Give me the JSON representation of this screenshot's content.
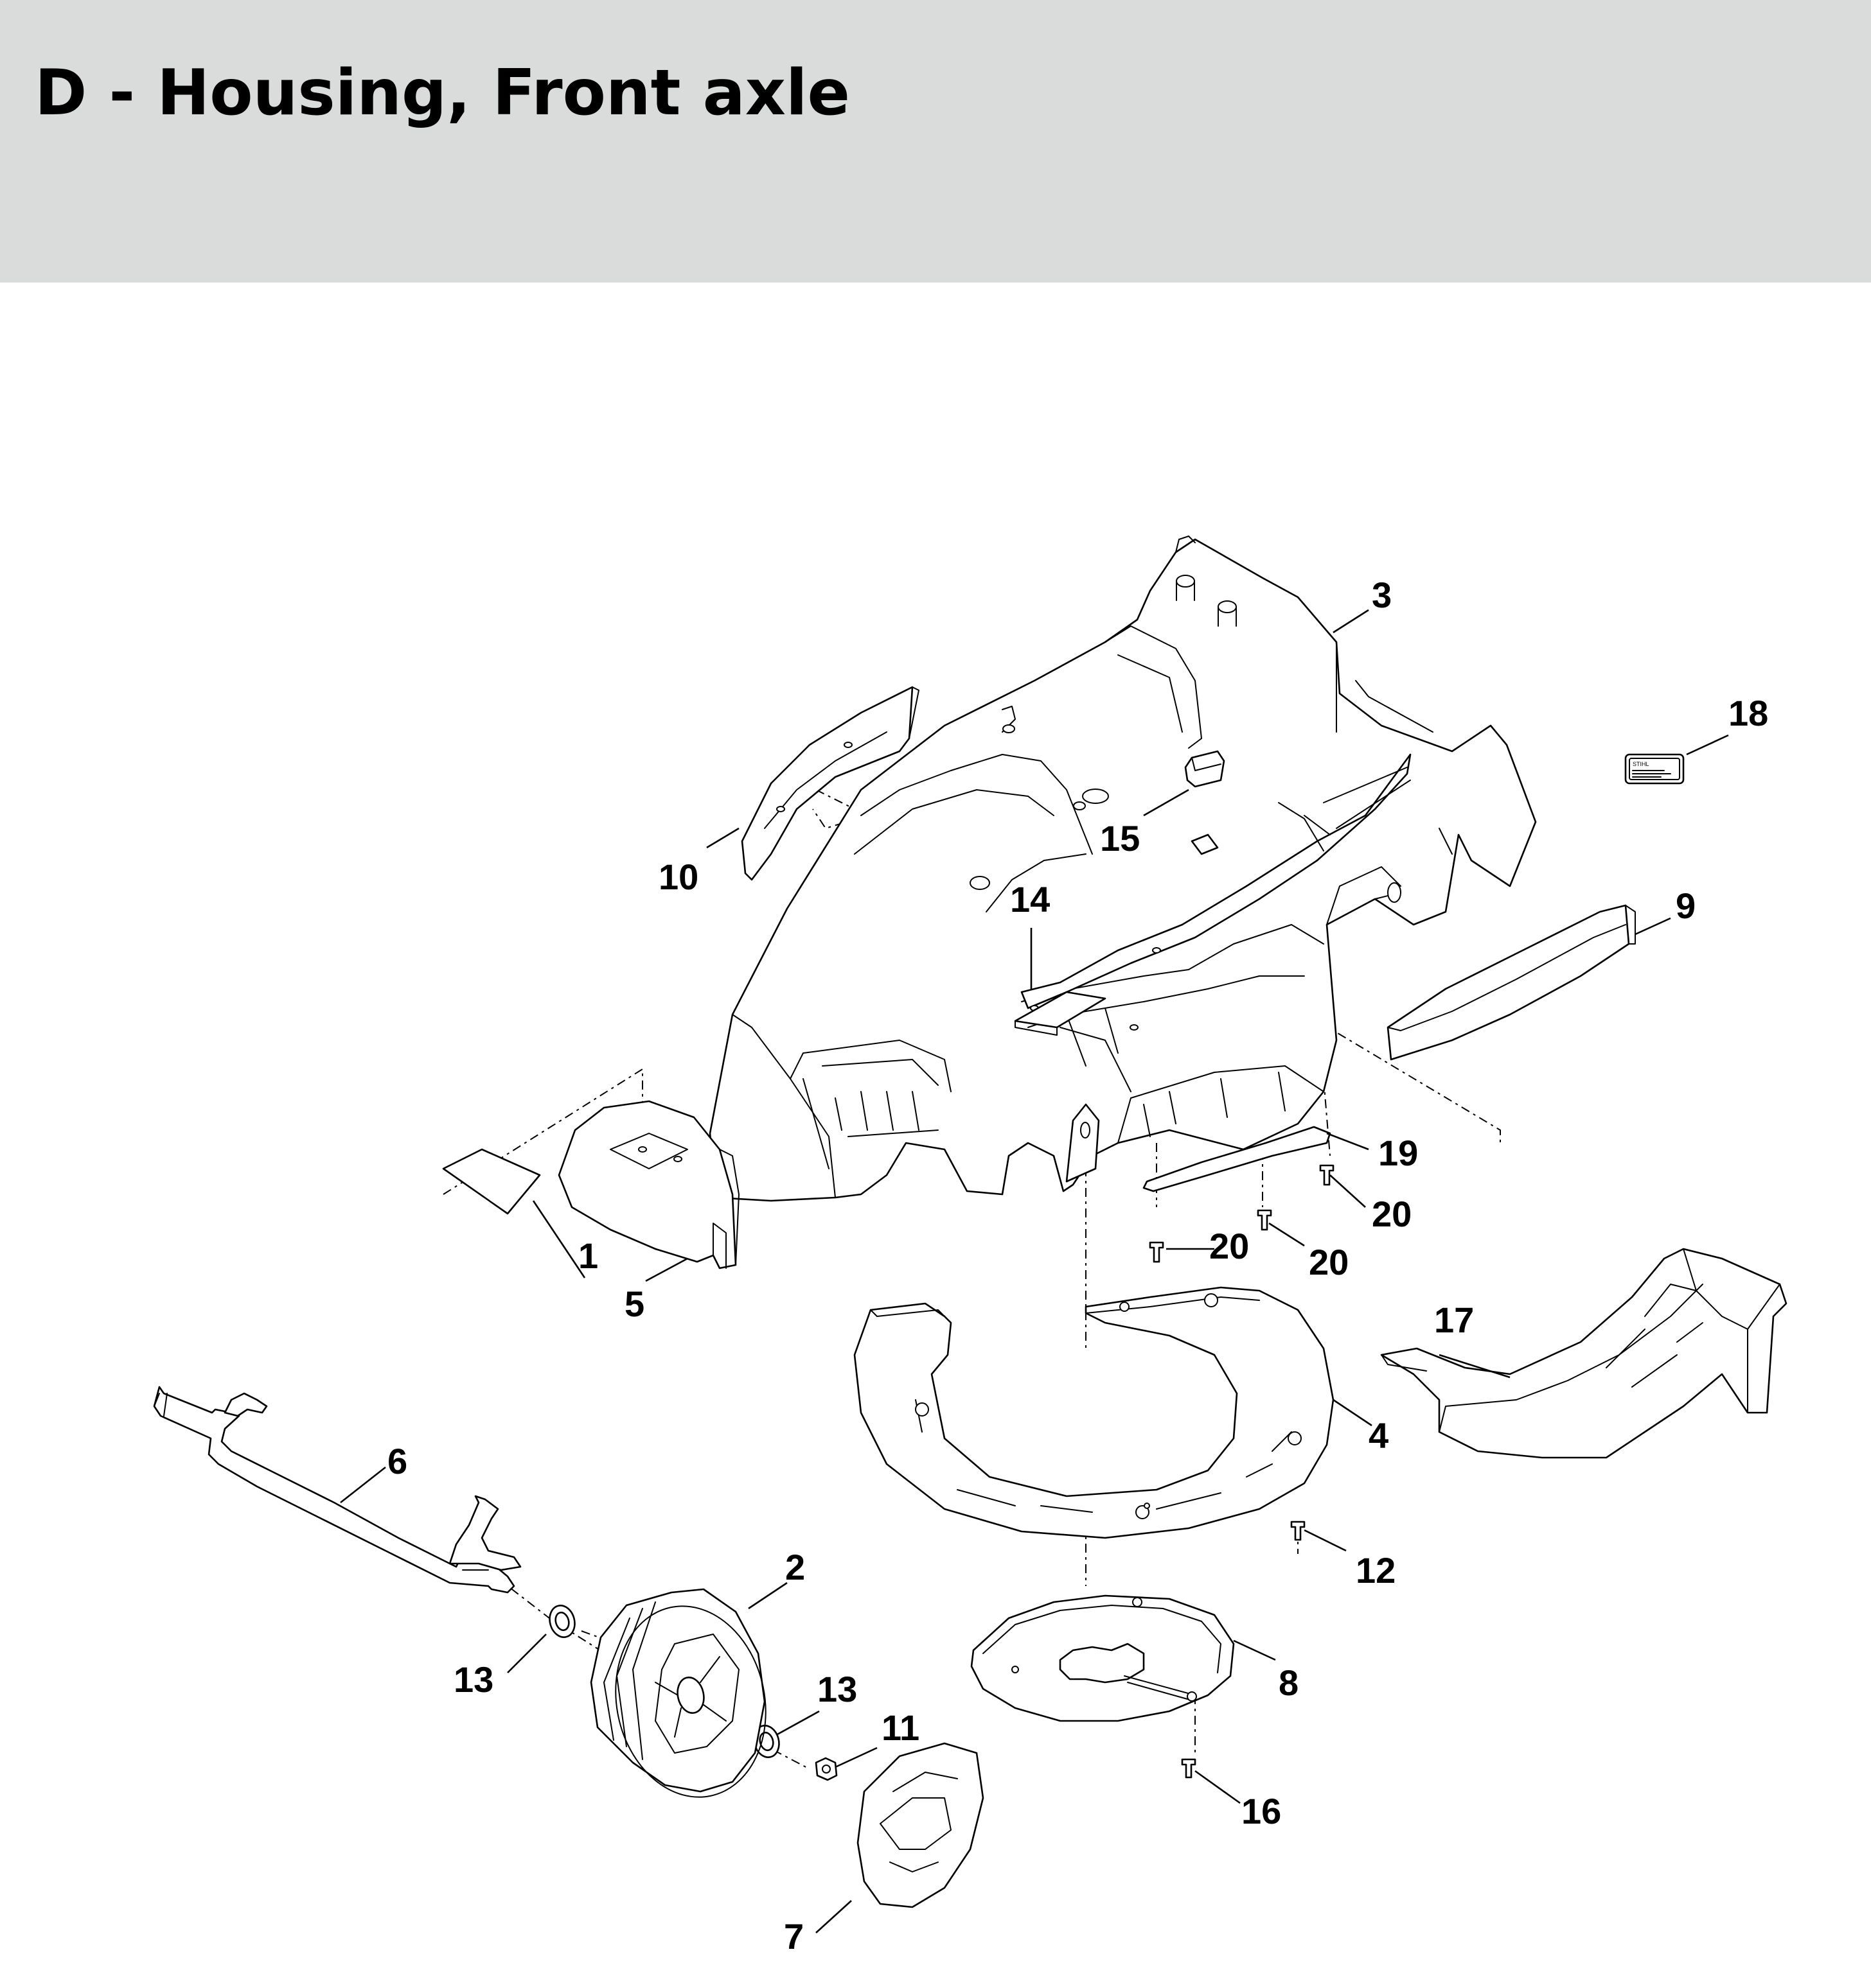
{
  "title": "D - Housing, Front axle",
  "callouts": {
    "c1": "1",
    "c2": "2",
    "c3": "3",
    "c4": "4",
    "c5": "5",
    "c6": "6",
    "c7": "7",
    "c8": "8",
    "c9": "9",
    "c10": "10",
    "c11": "11",
    "c12": "12",
    "c13a": "13",
    "c13b": "13",
    "c14": "14",
    "c15": "15",
    "c16": "16",
    "c17": "17",
    "c18": "18",
    "c19": "19",
    "c20a": "20",
    "c20b": "20",
    "c20c": "20"
  },
  "label_plate": {
    "brand": "STIHL"
  },
  "colors": {
    "header_background": "#d9dcdb",
    "line": "#000000",
    "background": "#ffffff"
  }
}
